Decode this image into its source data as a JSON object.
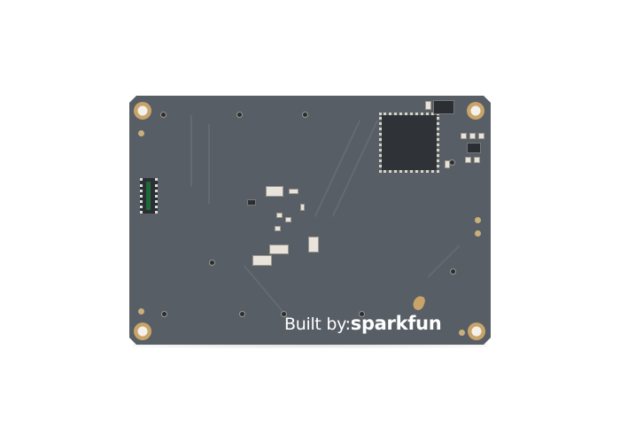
{
  "scene": {
    "subject": "SparkFun circuit board, bottom side",
    "background_color": "#ffffff",
    "board_color": "#585e66"
  },
  "silkscreen": {
    "prefix": "Built by:",
    "brand": "sparkfun"
  },
  "colors": {
    "mounting_hole_ring": "#c9a46a",
    "ic_body": "#2f3236",
    "passive_component": "#e8e4dc"
  }
}
